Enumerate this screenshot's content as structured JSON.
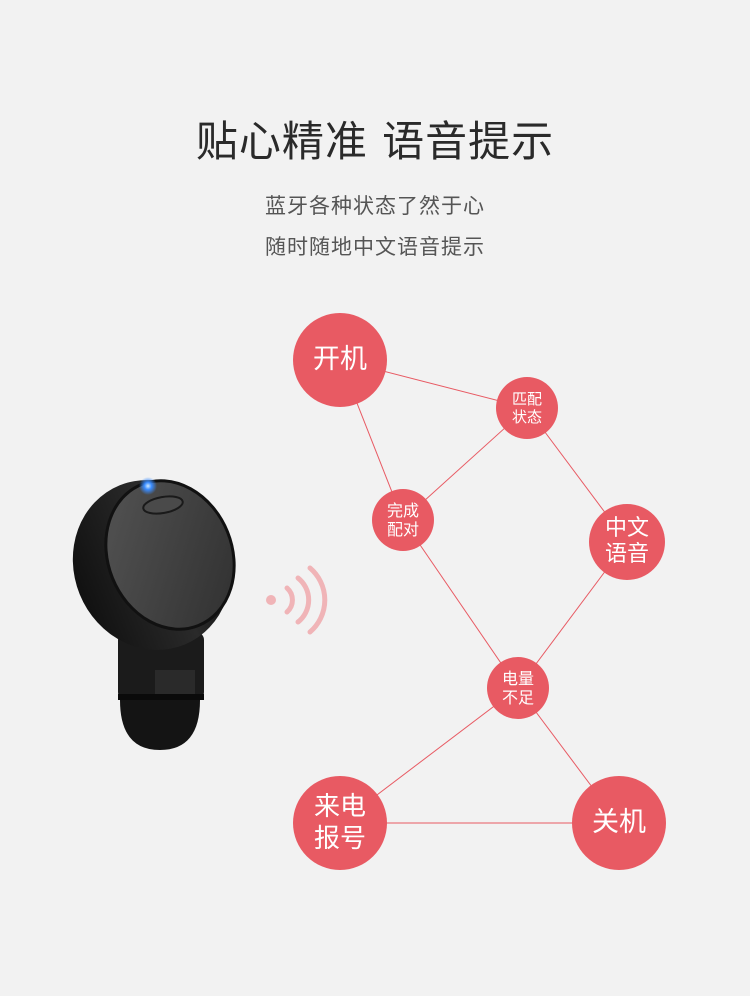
{
  "title": "贴心精准 语音提示",
  "subtitle_lines": [
    "蓝牙各种状态了然于心",
    "随时随地中文语音提示"
  ],
  "accent_color": "#e85a63",
  "nodes": {
    "power_on": {
      "line1": "开机"
    },
    "pairing": {
      "line1": "匹配",
      "line2": "状态"
    },
    "paired": {
      "line1": "完成",
      "line2": "配对"
    },
    "chinese_voice": {
      "line1": "中文",
      "line2": "语音"
    },
    "low_battery": {
      "line1": "电量",
      "line2": "不足"
    },
    "caller_id": {
      "line1": "来电",
      "line2": "报号"
    },
    "power_off": {
      "line1": "关机"
    }
  }
}
